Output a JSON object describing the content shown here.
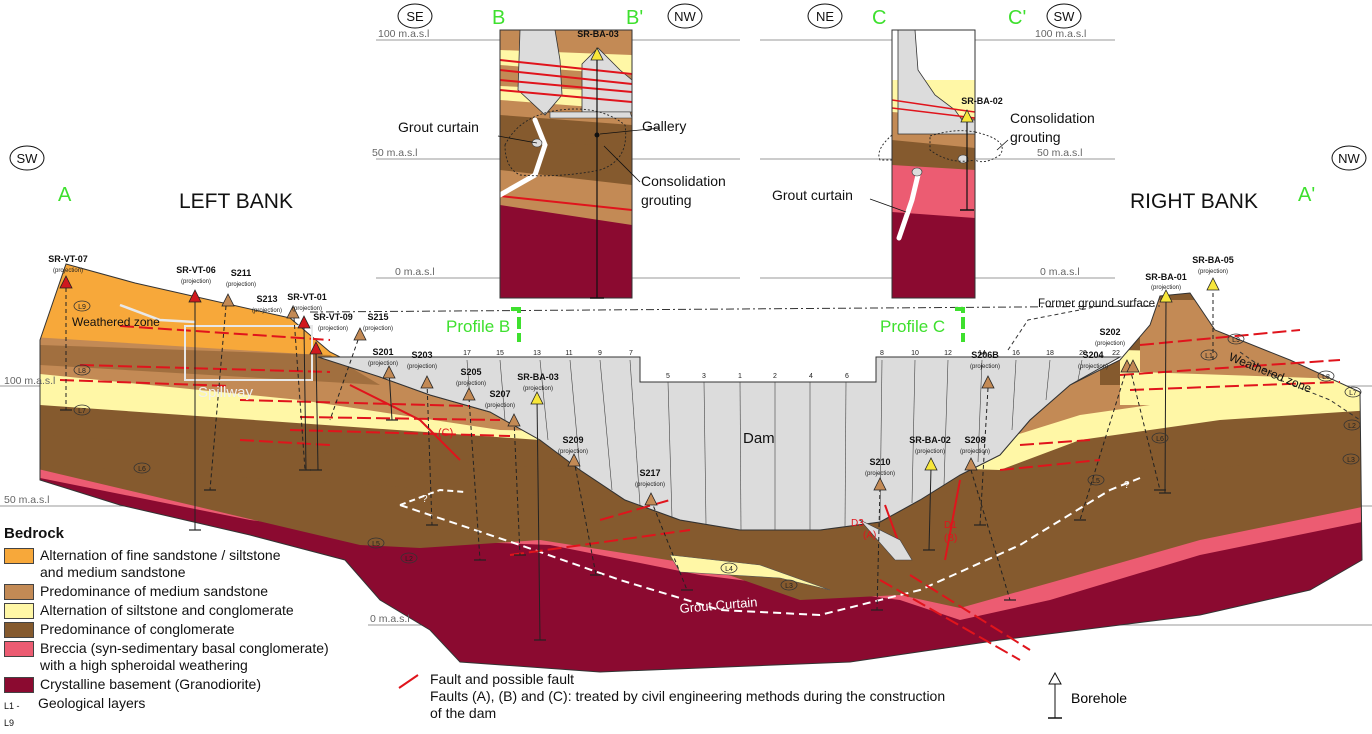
{
  "colors": {
    "L9": "#f7a83a",
    "L8": "#c38a55",
    "L7": "#fff7a6",
    "L6": "#855a2e",
    "L2": "#ec5c72",
    "L1": "#8b0a30",
    "dam": "#dcdcdc",
    "fault": "#e0141c",
    "label_green": "#3ee02e"
  },
  "orientation": {
    "sw": "SW",
    "nw": "NW",
    "se": "SE",
    "nw2": "NW",
    "ne": "NE",
    "sw2": "SW"
  },
  "section_labels": {
    "a": "A",
    "a_prime": "A'",
    "b": "B",
    "b_prime": "B'",
    "c": "C",
    "c_prime": "C'"
  },
  "bank_labels": {
    "left": "LEFT BANK",
    "right": "RIGHT BANK"
  },
  "profile_labels": {
    "b": "Profile B",
    "c": "Profile C"
  },
  "main_elevations": {
    "e100": "100 m.a.s.l",
    "e50": "50 m.a.s.l",
    "e0": "0 m.a.s.l"
  },
  "inset_elevations": {
    "b100": "100 m.a.s.l",
    "b50": "50 m.a.s.l",
    "b0": "0 m.a.s.l",
    "c100": "100 m.a.s.l",
    "c50": "50 m.a.s.l",
    "c0": "0 m.a.s.l"
  },
  "inset_b": {
    "borehole": "SR-BA-03",
    "grout_curtain": "Grout curtain",
    "gallery": "Gallery",
    "consolidation_1": "Consolidation",
    "consolidation_2": "grouting"
  },
  "inset_c": {
    "borehole": "SR-BA-02",
    "consolidation_1": "Consolidation",
    "consolidation_2": "grouting",
    "grout_curtain": "Grout curtain"
  },
  "dam_label": "Dam",
  "annotations": {
    "weathered_zone_left": "Weathered zone",
    "weathered_zone_right": "Weathered zone",
    "spillway": "Spillway",
    "former_ground": "Former ground surface",
    "grout_curtain": "Grout Curtain",
    "fault_c": "(C)",
    "fault_d3_1": "D3",
    "fault_d3_2": "(A)",
    "fault_d1_1": "D1",
    "fault_d1_2": "(B)",
    "question_left": "?",
    "question_right": "?"
  },
  "dam_blocks": [
    "17",
    "15",
    "13",
    "11",
    "9",
    "7",
    "5",
    "3",
    "1",
    "2",
    "4",
    "6",
    "8",
    "10",
    "12",
    "14",
    "16",
    "18",
    "20",
    "22"
  ],
  "boreholes": [
    {
      "id": "SR-VT-07",
      "sub": "(projection)"
    },
    {
      "id": "SR-VT-06",
      "sub": "(projection)"
    },
    {
      "id": "S211",
      "sub": "(projection)"
    },
    {
      "id": "S213",
      "sub": "(projection)"
    },
    {
      "id": "SR-VT-01",
      "sub": "(projection)"
    },
    {
      "id": "SR-VT-09",
      "sub": "(projection)"
    },
    {
      "id": "S215",
      "sub": "(projection)"
    },
    {
      "id": "S201",
      "sub": "(projection)"
    },
    {
      "id": "S203",
      "sub": "(projection)"
    },
    {
      "id": "S205",
      "sub": "(projection)"
    },
    {
      "id": "S207",
      "sub": "(projection)"
    },
    {
      "id": "SR-BA-03",
      "sub": "(projection)"
    },
    {
      "id": "S209",
      "sub": "(projection)"
    },
    {
      "id": "S217",
      "sub": "(projection)"
    },
    {
      "id": "S210",
      "sub": "(projection)"
    },
    {
      "id": "SR-BA-02",
      "sub": "(projection)"
    },
    {
      "id": "S208",
      "sub": "(projection)"
    },
    {
      "id": "S206B",
      "sub": "(projection)"
    },
    {
      "id": "S204",
      "sub": "(projection)"
    },
    {
      "id": "S202",
      "sub": "(projection)"
    },
    {
      "id": "SR-BA-01",
      "sub": "(projection)"
    },
    {
      "id": "SR-BA-05",
      "sub": "(projection)"
    }
  ],
  "layer_tags": [
    "L9",
    "L8",
    "L7",
    "L6",
    "L5",
    "L4",
    "L3",
    "L2",
    "L1",
    "L9",
    "L8",
    "L7",
    "L6",
    "L5",
    "L3",
    "L2"
  ],
  "legend": {
    "title": "Bedrock",
    "items": [
      {
        "label_1": "Alternation of fine sandstone / siltstone",
        "label_2": "and medium sandstone"
      },
      {
        "label_1": "Predominance of medium sandstone"
      },
      {
        "label_1": "Alternation of siltstone and conglomerate"
      },
      {
        "label_1": "Predominance of conglomerate"
      },
      {
        "label_1": "Breccia (syn-sedimentary basal conglomerate)",
        "label_2": "with a high spheroidal weathering"
      },
      {
        "label_1": "Crystalline basement (Granodiorite)"
      }
    ],
    "layers_code": "L1 - L9",
    "layers_label": "Geological layers"
  },
  "fault_legend": {
    "line1": "Fault and possible fault",
    "line2": "Faults (A), (B) and (C): treated by civil engineering methods during the construction",
    "line3": "of the dam"
  },
  "borehole_legend": "Borehole"
}
